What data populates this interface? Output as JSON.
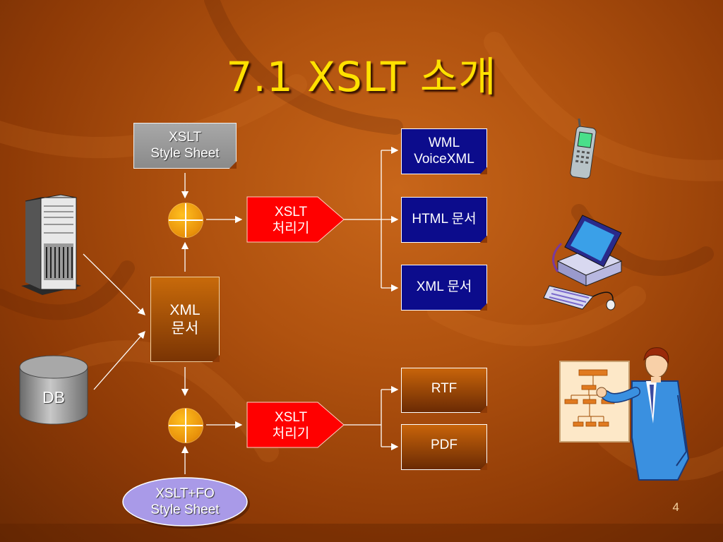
{
  "slide": {
    "title": "7.1 XSLT 소개",
    "page_number": "4"
  },
  "inputs": {
    "xslt_stylesheet": "XSLT\nStyle Sheet",
    "xml_doc": "XML\n문서",
    "db": "DB",
    "xslt_fo_stylesheet": "XSLT+FO\nStyle Sheet"
  },
  "processors": {
    "top": "XSLT\n처리기",
    "bottom": "XSLT\n처리기"
  },
  "outputs_top": [
    "WML\nVoiceXML",
    "HTML 문서",
    "XML 문서"
  ],
  "outputs_bottom": [
    "RTF",
    "PDF"
  ],
  "icons": [
    "server-icon",
    "database-icon",
    "cellphone-icon",
    "desktop-computer-icon",
    "presenter-icon"
  ],
  "colors": {
    "title": "#ffe100",
    "output_blue": "#0c0c8c",
    "processor_red": "#ff0000",
    "stylesheet_gray": "#9a9a9a",
    "fo_oval": "#a99ae8"
  }
}
